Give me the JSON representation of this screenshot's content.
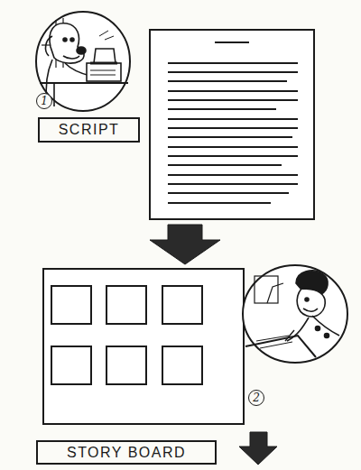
{
  "diagram": {
    "nodes": [
      {
        "text": [
          "SCRIPT"
        ]
      },
      {
        "text": [
          "STORY BOARD"
        ]
      }
    ],
    "labels": [
      "1",
      "2"
    ]
  }
}
